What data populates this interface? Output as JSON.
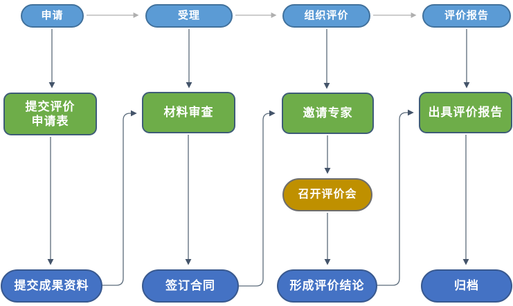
{
  "colors": {
    "stage_fill": "#5B9BD5",
    "stage_border": "#41719C",
    "step_fill": "#6EAD49",
    "step_border": "#3E5C77",
    "meeting_fill": "#BF9000",
    "result_fill": "#4472C4",
    "connector_dark": "#5A6A7A",
    "arrowhead_dark": "#44546A",
    "connector_light": "#AFAFAF",
    "text": "#FFFFFF"
  },
  "nodes": {
    "apply": {
      "label": "申请"
    },
    "accept": {
      "label": "受理"
    },
    "organize_evaluation": {
      "label": "组织评价"
    },
    "evaluation_report": {
      "label": "评价报告"
    },
    "submit_application_form": {
      "lines": [
        "提交评价",
        "申请表"
      ]
    },
    "material_review": {
      "label": "材料审查"
    },
    "invite_experts": {
      "label": "邀请专家"
    },
    "issue_evaluation_report": {
      "label": "出具评价报告"
    },
    "hold_evaluation_meeting": {
      "label": "召开评价会"
    },
    "submit_achievement_materials": {
      "label": "提交成果资料"
    },
    "sign_contract": {
      "label": "签订合同"
    },
    "form_evaluation_conclusion": {
      "label": "形成评价结论"
    },
    "archive": {
      "label": "归档"
    }
  },
  "edges": [
    {
      "from": "apply",
      "to": "accept"
    },
    {
      "from": "accept",
      "to": "organize_evaluation"
    },
    {
      "from": "organize_evaluation",
      "to": "evaluation_report"
    },
    {
      "from": "apply",
      "to": "submit_application_form"
    },
    {
      "from": "submit_application_form",
      "to": "submit_achievement_materials"
    },
    {
      "from": "submit_achievement_materials",
      "to": "material_review"
    },
    {
      "from": "accept",
      "to": "material_review"
    },
    {
      "from": "material_review",
      "to": "sign_contract"
    },
    {
      "from": "sign_contract",
      "to": "invite_experts"
    },
    {
      "from": "organize_evaluation",
      "to": "invite_experts"
    },
    {
      "from": "invite_experts",
      "to": "hold_evaluation_meeting"
    },
    {
      "from": "hold_evaluation_meeting",
      "to": "form_evaluation_conclusion"
    },
    {
      "from": "form_evaluation_conclusion",
      "to": "issue_evaluation_report"
    },
    {
      "from": "evaluation_report",
      "to": "issue_evaluation_report"
    },
    {
      "from": "issue_evaluation_report",
      "to": "archive"
    }
  ]
}
